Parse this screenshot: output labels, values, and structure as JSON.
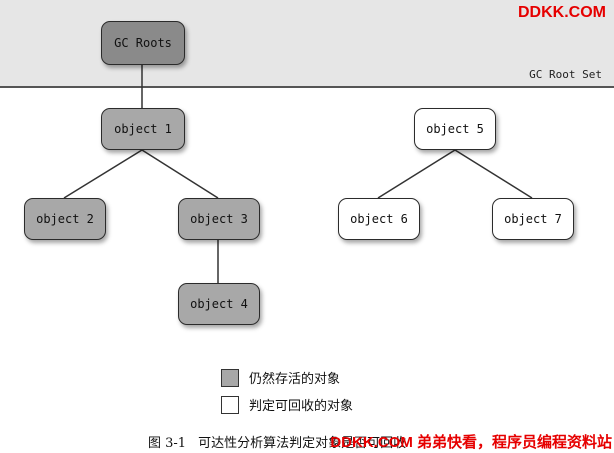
{
  "root_set_label": "GC Root Set",
  "nodes": {
    "gc_roots": "GC Roots",
    "object1": "object 1",
    "object2": "object 2",
    "object3": "object 3",
    "object4": "object 4",
    "object5": "object 5",
    "object6": "object 6",
    "object7": "object 7"
  },
  "legend": {
    "alive": "仍然存活的对象",
    "collectable": "判定可回收的对象"
  },
  "caption": {
    "number": "图 3-1",
    "text": "可达性分析算法判定对象是否可回收"
  },
  "watermark": {
    "top": "DDKK.COM",
    "bottom": "DDKK.COM 弟弟快看，程序员编程资料站"
  },
  "colors": {
    "root_fill": "#8a8a8a",
    "alive_fill": "#a8a8a8",
    "collectable_fill": "#ffffff",
    "watermark": "#e60000"
  }
}
